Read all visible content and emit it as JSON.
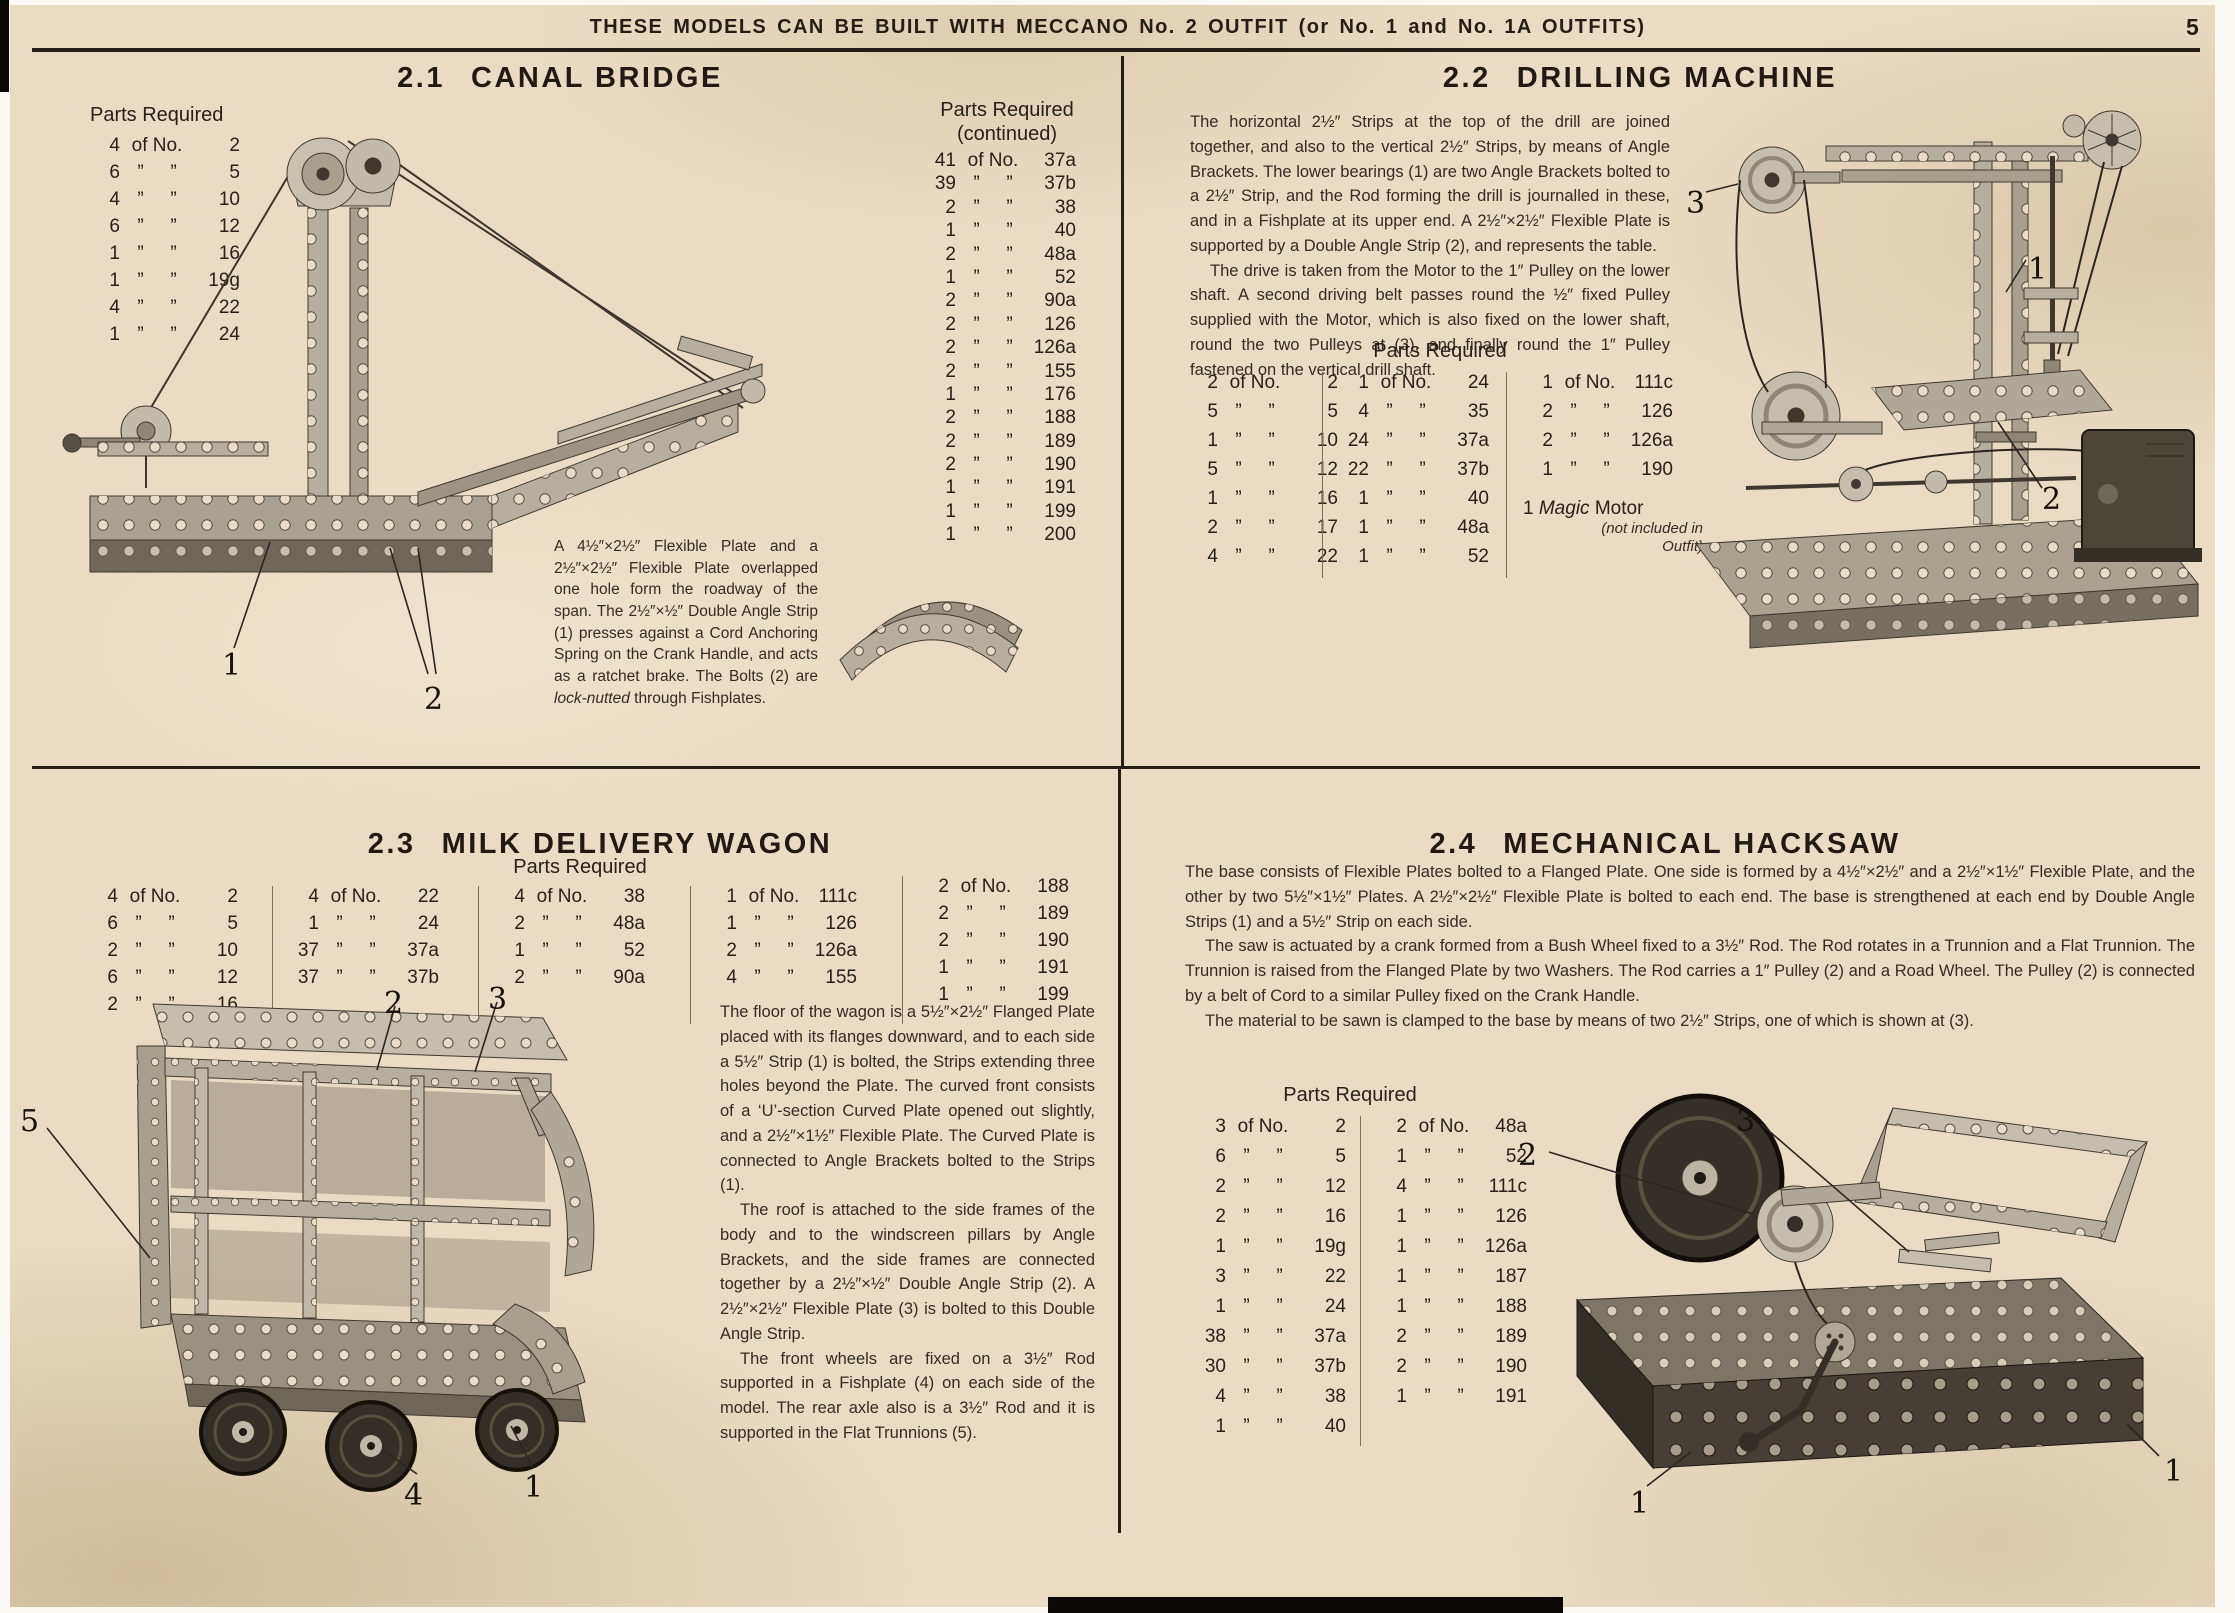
{
  "header": {
    "banner": "THESE MODELS CAN BE BUILT WITH MECCANO No. 2 OUTFIT (or No. 1 and No. 1A OUTFITS)",
    "page_number": "5"
  },
  "canal": {
    "num": "2.1",
    "name": "CANAL BRIDGE",
    "parts_left_heading": "Parts Required",
    "parts_left": [
      [
        "4",
        "2"
      ],
      [
        "6",
        "5"
      ],
      [
        "4",
        "10"
      ],
      [
        "6",
        "12"
      ],
      [
        "1",
        "16"
      ],
      [
        "1",
        "19g"
      ],
      [
        "4",
        "22"
      ],
      [
        "1",
        "24"
      ]
    ],
    "parts_right_heading": "Parts Required",
    "parts_right_sub": "(continued)",
    "parts_right": [
      [
        "41",
        "37a"
      ],
      [
        "39",
        "37b"
      ],
      [
        "2",
        "38"
      ],
      [
        "1",
        "40"
      ],
      [
        "2",
        "48a"
      ],
      [
        "1",
        "52"
      ],
      [
        "2",
        "90a"
      ],
      [
        "2",
        "126"
      ],
      [
        "2",
        "126a"
      ],
      [
        "2",
        "155"
      ],
      [
        "1",
        "176"
      ],
      [
        "2",
        "188"
      ],
      [
        "2",
        "189"
      ],
      [
        "2",
        "190"
      ],
      [
        "1",
        "191"
      ],
      [
        "1",
        "199"
      ],
      [
        "1",
        "200"
      ]
    ],
    "caption_a": "A 4½″×2½″ Flexible Plate and a 2½″×2½″ Flexible Plate overlapped one hole form the roadway of the span.  The 2½″×½″ Double Angle Strip (1) presses against a Cord Anchoring Spring on the Crank Handle, and acts as a ratchet brake.  The Bolts (2) are ",
    "caption_em": "lock-nutted",
    "caption_b": " through Fishplates.",
    "co1": "1",
    "co2": "2"
  },
  "drill": {
    "num": "2.2",
    "name": "DRILLING MACHINE",
    "para1": "The horizontal 2½″ Strips at the top of the drill are joined together, and also to the vertical 2½″ Strips, by means of Angle Brackets.  The lower bearings (1) are two Angle Brackets bolted to a 2½″ Strip, and the Rod forming the drill is journalled in these, and in a Fishplate at its upper end.  A 2½″×2½″ Flexible Plate is supported by a Double Angle Strip (2), and represents the table.",
    "para2": "The drive is taken from the Motor to the 1″ Pulley on the lower shaft.  A second driving belt passes round the ½″ fixed Pulley supplied with the Motor, which is also fixed on the lower shaft, round the two Pulleys at (3), and finally round the 1″ Pulley fastened on the vertical drill shaft.",
    "parts_heading": "Parts Required",
    "col1": [
      [
        "2",
        "2"
      ],
      [
        "5",
        "5"
      ],
      [
        "1",
        "10"
      ],
      [
        "5",
        "12"
      ],
      [
        "1",
        "16"
      ],
      [
        "2",
        "17"
      ],
      [
        "4",
        "22"
      ]
    ],
    "col2": [
      [
        "1",
        "24"
      ],
      [
        "4",
        "35"
      ],
      [
        "24",
        "37a"
      ],
      [
        "22",
        "37b"
      ],
      [
        "1",
        "40"
      ],
      [
        "1",
        "48a"
      ],
      [
        "1",
        "52"
      ]
    ],
    "col3": [
      [
        "1",
        "111c"
      ],
      [
        "2",
        "126"
      ],
      [
        "2",
        "126a"
      ],
      [
        "1",
        "190"
      ]
    ],
    "motor_qty": "1 ",
    "motor_em": "Magic",
    "motor_rest": " Motor",
    "motor_note1": "(not included in",
    "motor_note2": "Outfit)",
    "co1": "1",
    "co2": "2",
    "co3": "3"
  },
  "milk": {
    "num": "2.3",
    "name": "MILK DELIVERY WAGON",
    "parts_heading": "Parts Required",
    "col1": [
      [
        "4",
        "2"
      ],
      [
        "6",
        "5"
      ],
      [
        "2",
        "10"
      ],
      [
        "6",
        "12"
      ],
      [
        "2",
        "16"
      ]
    ],
    "col2": [
      [
        "4",
        "22"
      ],
      [
        "1",
        "24"
      ],
      [
        "37",
        "37a"
      ],
      [
        "37",
        "37b"
      ]
    ],
    "col3": [
      [
        "4",
        "38"
      ],
      [
        "2",
        "48a"
      ],
      [
        "1",
        "52"
      ],
      [
        "2",
        "90a"
      ]
    ],
    "col4": [
      [
        "1",
        "111c"
      ],
      [
        "1",
        "126"
      ],
      [
        "2",
        "126a"
      ],
      [
        "4",
        "155"
      ]
    ],
    "col5": [
      [
        "2",
        "188"
      ],
      [
        "2",
        "189"
      ],
      [
        "2",
        "190"
      ],
      [
        "1",
        "191"
      ],
      [
        "1",
        "199"
      ]
    ],
    "para1": "The floor of the wagon is a 5½″×2½″ Flanged Plate placed with its flanges downward, and to each side a 5½″ Strip (1) is bolted, the Strips extending three holes beyond the Plate.  The curved front consists of a ‘U’-section Curved Plate opened out slightly, and a 2½″×1½″ Flexible Plate.  The Curved Plate is connected to Angle Brackets bolted to the Strips (1).",
    "para2": "The roof is attached to the side frames of the body and to the windscreen pillars by Angle Brackets, and the side frames are connected together by a 2½″×½″ Double Angle Strip (2).  A 2½″×2½″ Flexible Plate (3) is bolted to this Double Angle Strip.",
    "para3": "The front wheels are fixed on a 3½″ Rod supported in a Fishplate (4) on each side of the model.  The rear axle also is a 3½″ Rod and it is supported in the Flat Trunnions (5).",
    "co2": "2",
    "co3": "3",
    "co5": "5",
    "co4": "4",
    "co1": "1"
  },
  "hack": {
    "num": "2.4",
    "name": "MECHANICAL HACKSAW",
    "para1": "The base consists of Flexible Plates bolted to a Flanged Plate.  One side is formed by a 4½″×2½″ and a 2½″×1½″ Flexible Plate, and the other by two 5½″×1½″ Plates.  A 2½″×2½″ Flexible Plate is bolted to each end.  The base is strengthened at each end by Double Angle Strips (1) and a 5½″ Strip on each side.",
    "para2": "The saw is actuated by a crank formed from a Bush Wheel fixed to a 3½″ Rod.  The Rod rotates in a Trunnion and a Flat Trunnion.  The Trunnion is raised from the Flanged Plate by two Washers.  The Rod carries a 1″ Pulley (2) and a Road Wheel.  The Pulley (2) is connected by a belt of Cord to a similar Pulley fixed on the Crank Handle.",
    "para3": "The material to be sawn is clamped to the base by means of two 2½″ Strips, one of which is shown at (3).",
    "parts_heading": "Parts Required",
    "col1": [
      [
        "3",
        "2"
      ],
      [
        "6",
        "5"
      ],
      [
        "2",
        "12"
      ],
      [
        "2",
        "16"
      ],
      [
        "1",
        "19g"
      ],
      [
        "3",
        "22"
      ],
      [
        "1",
        "24"
      ],
      [
        "38",
        "37a"
      ],
      [
        "30",
        "37b"
      ],
      [
        "4",
        "38"
      ],
      [
        "1",
        "40"
      ]
    ],
    "col2": [
      [
        "2",
        "48a"
      ],
      [
        "1",
        "52"
      ],
      [
        "4",
        "111c"
      ],
      [
        "1",
        "126"
      ],
      [
        "1",
        "126a"
      ],
      [
        "1",
        "187"
      ],
      [
        "1",
        "188"
      ],
      [
        "2",
        "189"
      ],
      [
        "2",
        "190"
      ],
      [
        "1",
        "191"
      ]
    ],
    "co2": "2",
    "co3": "3",
    "co1a": "1",
    "co1b": "1"
  }
}
